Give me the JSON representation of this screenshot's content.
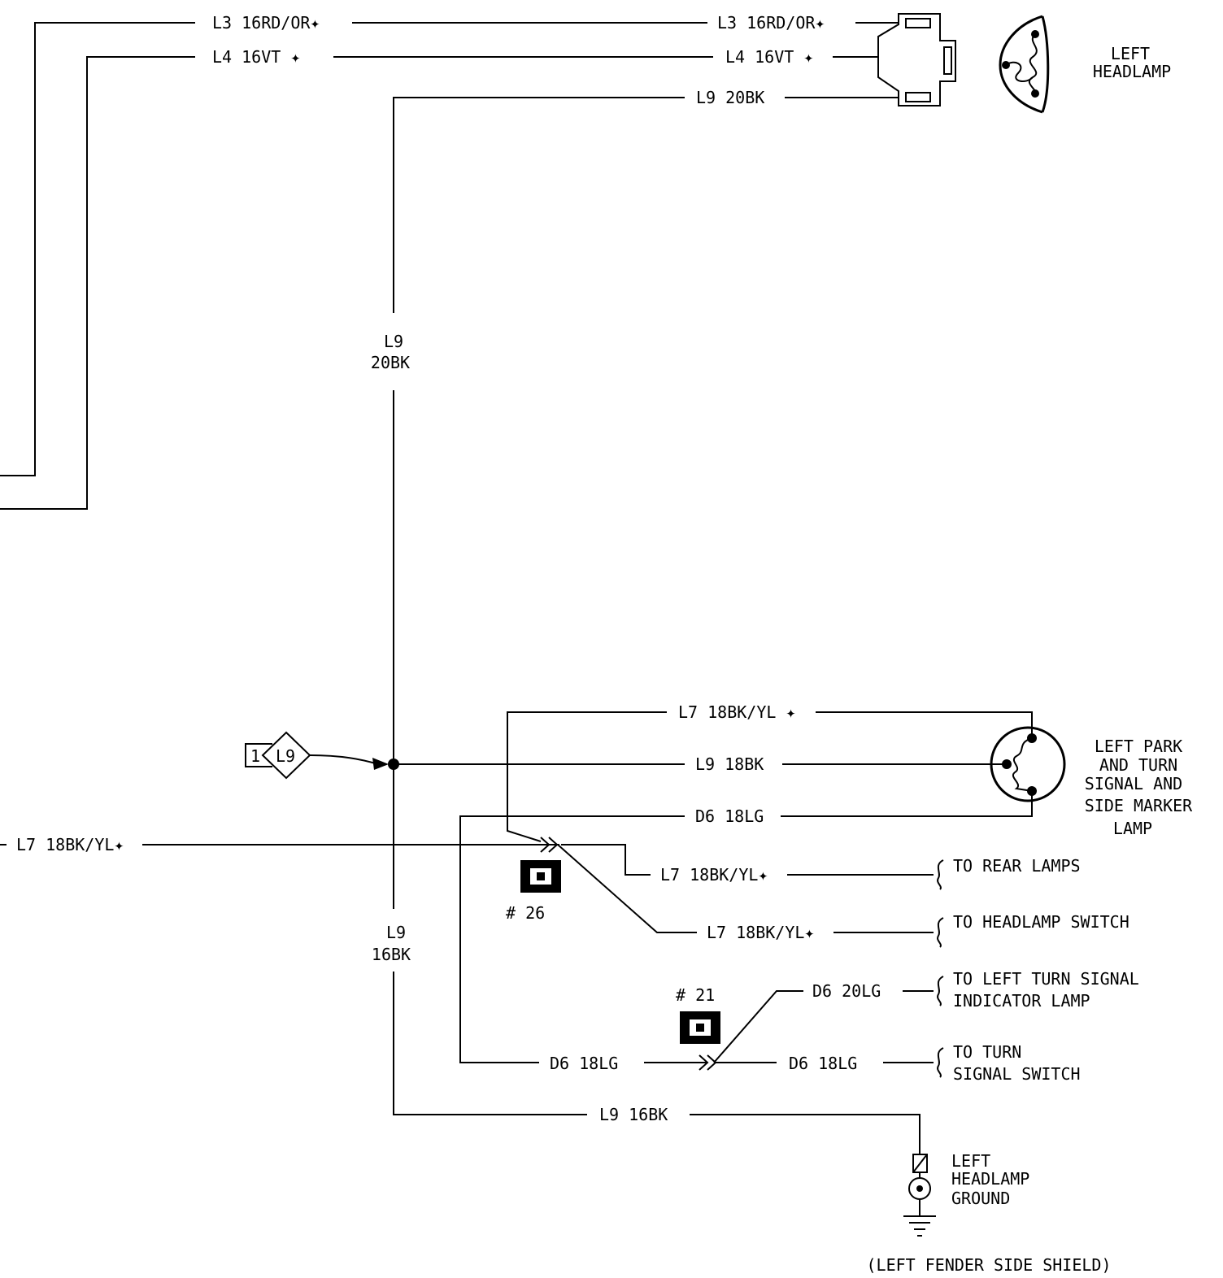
{
  "wires": {
    "l3_left": "L3 16RD/OR✦",
    "l3_right": "L3 16RD/OR✦",
    "l4_left": "L4 16VT ✦",
    "l4_right": "L4 16VT ✦",
    "l9_top": "L9 20BK",
    "l9_vert_top": [
      "L9",
      "20BK"
    ],
    "l7_park": "L7 18BK/YL ✦",
    "l9_park": "L9 18BK",
    "d6_park": "D6 18LG",
    "l7_in": "L7 18BK/YL✦",
    "l7_rear": "L7 18BK/YL✦",
    "l7_hls": "L7 18BK/YL✦",
    "l9_vert_bottom": [
      "L9",
      "16BK"
    ],
    "d6_indicator": "D6 20LG",
    "d6_in": "D6 18LG",
    "d6_switch": "D6 18LG",
    "l9_ground": "L9 16BK"
  },
  "components": {
    "left_headlamp": [
      "LEFT",
      "HEADLAMP"
    ],
    "park_turn_lamp": [
      "LEFT PARK",
      "AND TURN",
      "SIGNAL AND",
      "SIDE MARKER",
      "LAMP"
    ],
    "headlamp_ground": [
      "LEFT",
      "HEADLAMP",
      "GROUND"
    ],
    "ground_location": "(LEFT FENDER SIDE SHIELD)"
  },
  "connectors": {
    "c26": "# 26",
    "c21": "# 21"
  },
  "splice": {
    "ref": "1",
    "label": "L9"
  },
  "destinations": {
    "rear": "TO REAR LAMPS",
    "headlamp_switch": "TO HEADLAMP SWITCH",
    "indicator": [
      "TO LEFT TURN SIGNAL",
      "INDICATOR LAMP"
    ],
    "turn_switch": [
      "TO TURN",
      "SIGNAL SWITCH"
    ]
  }
}
